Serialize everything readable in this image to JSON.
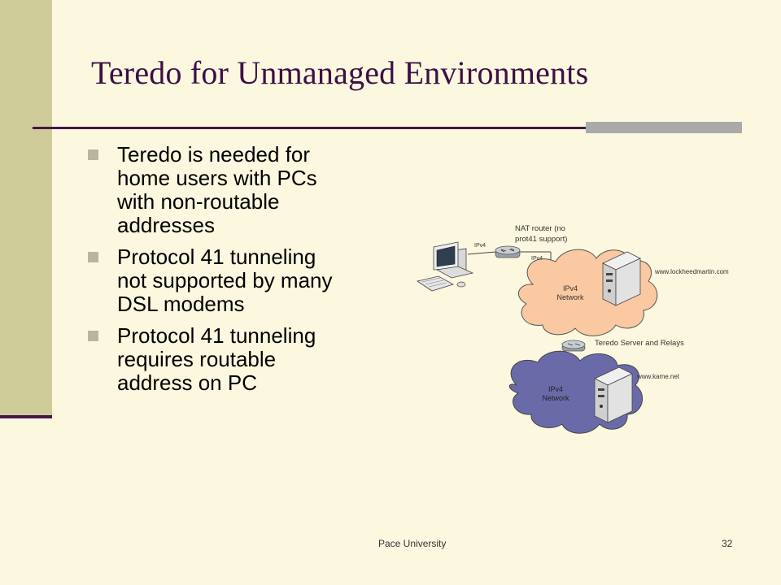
{
  "slide": {
    "title": "Teredo for Unmanaged Environments",
    "bullets": [
      {
        "lines": [
          "Teredo is needed for",
          "home users with PCs",
          "with non-routable",
          "addresses"
        ]
      },
      {
        "lines": [
          "Protocol 41 tunneling",
          "not supported by many",
          "DSL modems"
        ]
      },
      {
        "lines": [
          "Protocol 41 tunneling",
          "requires routable",
          "address on PC"
        ]
      }
    ],
    "footer_text": "Pace University",
    "page_number": "32"
  },
  "diagram": {
    "nat_router_label": [
      "NAT router (no",
      "prot41 support)"
    ],
    "link_label_pc": "IPv4",
    "link_label_router": "IPv4",
    "cloud_top_label": [
      "IPv4",
      "Network"
    ],
    "cloud_bottom_label": [
      "IPv4",
      "Network"
    ],
    "server_top_label": "www.lockheedmartin.com",
    "relay_label": "Teredo Server and Relays",
    "server_bottom_label": "www.kame.net"
  },
  "colors": {
    "background": "#fbf8df",
    "side_bar": "#cfcc99",
    "accent": "#4a1548",
    "cloud_top": "#fbc9a1",
    "cloud_bottom": "#6b6aa8"
  }
}
